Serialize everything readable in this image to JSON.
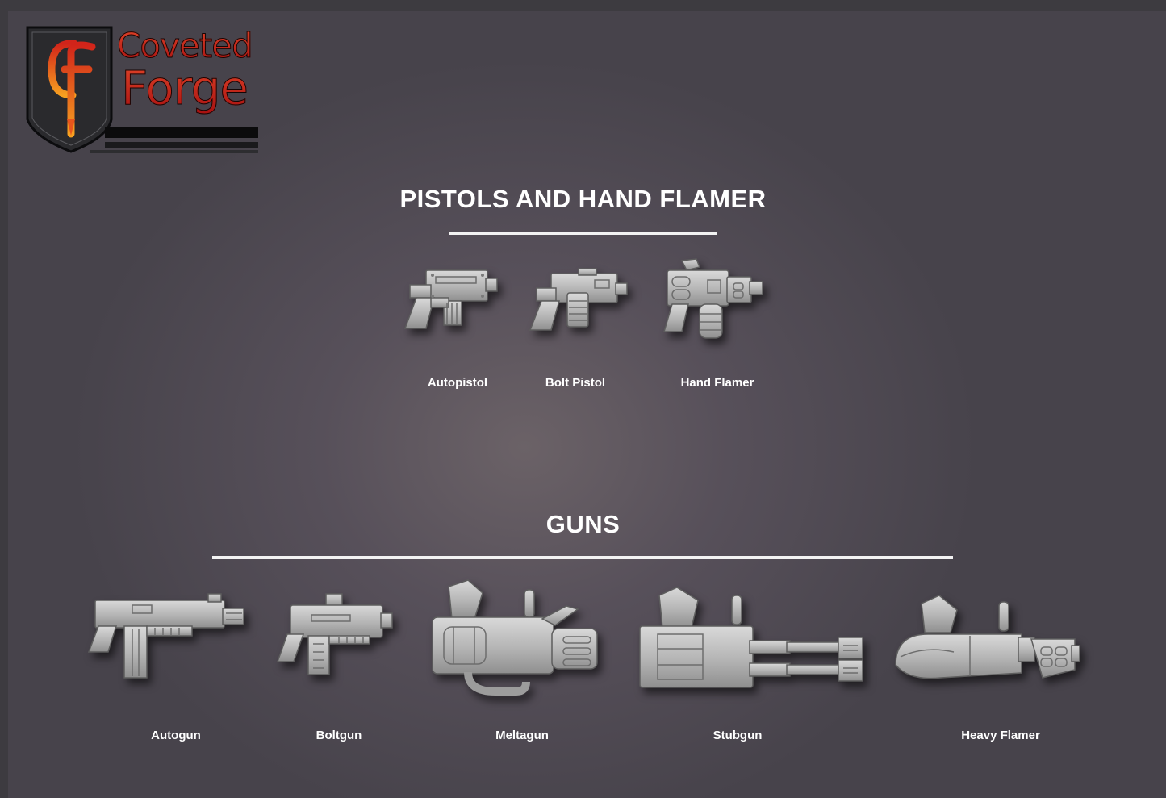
{
  "logo": {
    "initials": "CF",
    "line1": "Coveted",
    "line2": "Forge"
  },
  "sections": [
    {
      "title": "PISTOLS AND HAND FLAMER",
      "items": [
        {
          "label": "Autopistol",
          "icon": "autopistol-icon"
        },
        {
          "label": "Bolt Pistol",
          "icon": "bolt-pistol-icon"
        },
        {
          "label": "Hand Flamer",
          "icon": "hand-flamer-icon"
        }
      ]
    },
    {
      "title": "GUNS",
      "items": [
        {
          "label": "Autogun",
          "icon": "autogun-icon"
        },
        {
          "label": "Boltgun",
          "icon": "boltgun-icon"
        },
        {
          "label": "Meltagun",
          "icon": "meltagun-icon"
        },
        {
          "label": "Stubgun",
          "icon": "stubgun-icon"
        },
        {
          "label": "Heavy Flamer",
          "icon": "heavy-flamer-icon"
        }
      ]
    }
  ],
  "colors": {
    "background": "#5a535b",
    "text": "#ffffff",
    "brand_red": "#c41c16",
    "brand_orange": "#f07a1a",
    "weapon_grey": "#b9b9b9"
  }
}
